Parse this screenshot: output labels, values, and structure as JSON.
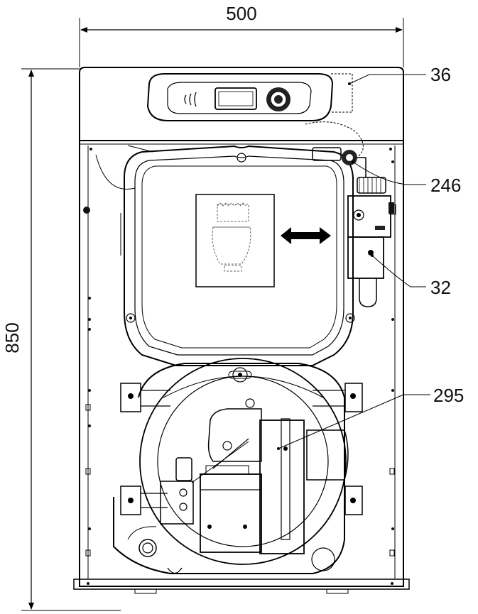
{
  "dimensions": {
    "width_label": "500",
    "height_label": "850"
  },
  "callouts": [
    {
      "id": "36",
      "label": "36"
    },
    {
      "id": "246",
      "label": "246"
    },
    {
      "id": "32",
      "label": "32"
    },
    {
      "id": "295",
      "label": "295"
    }
  ],
  "colors": {
    "ink": "#000000",
    "background": "#ffffff",
    "shading": "#e6e6e6"
  }
}
